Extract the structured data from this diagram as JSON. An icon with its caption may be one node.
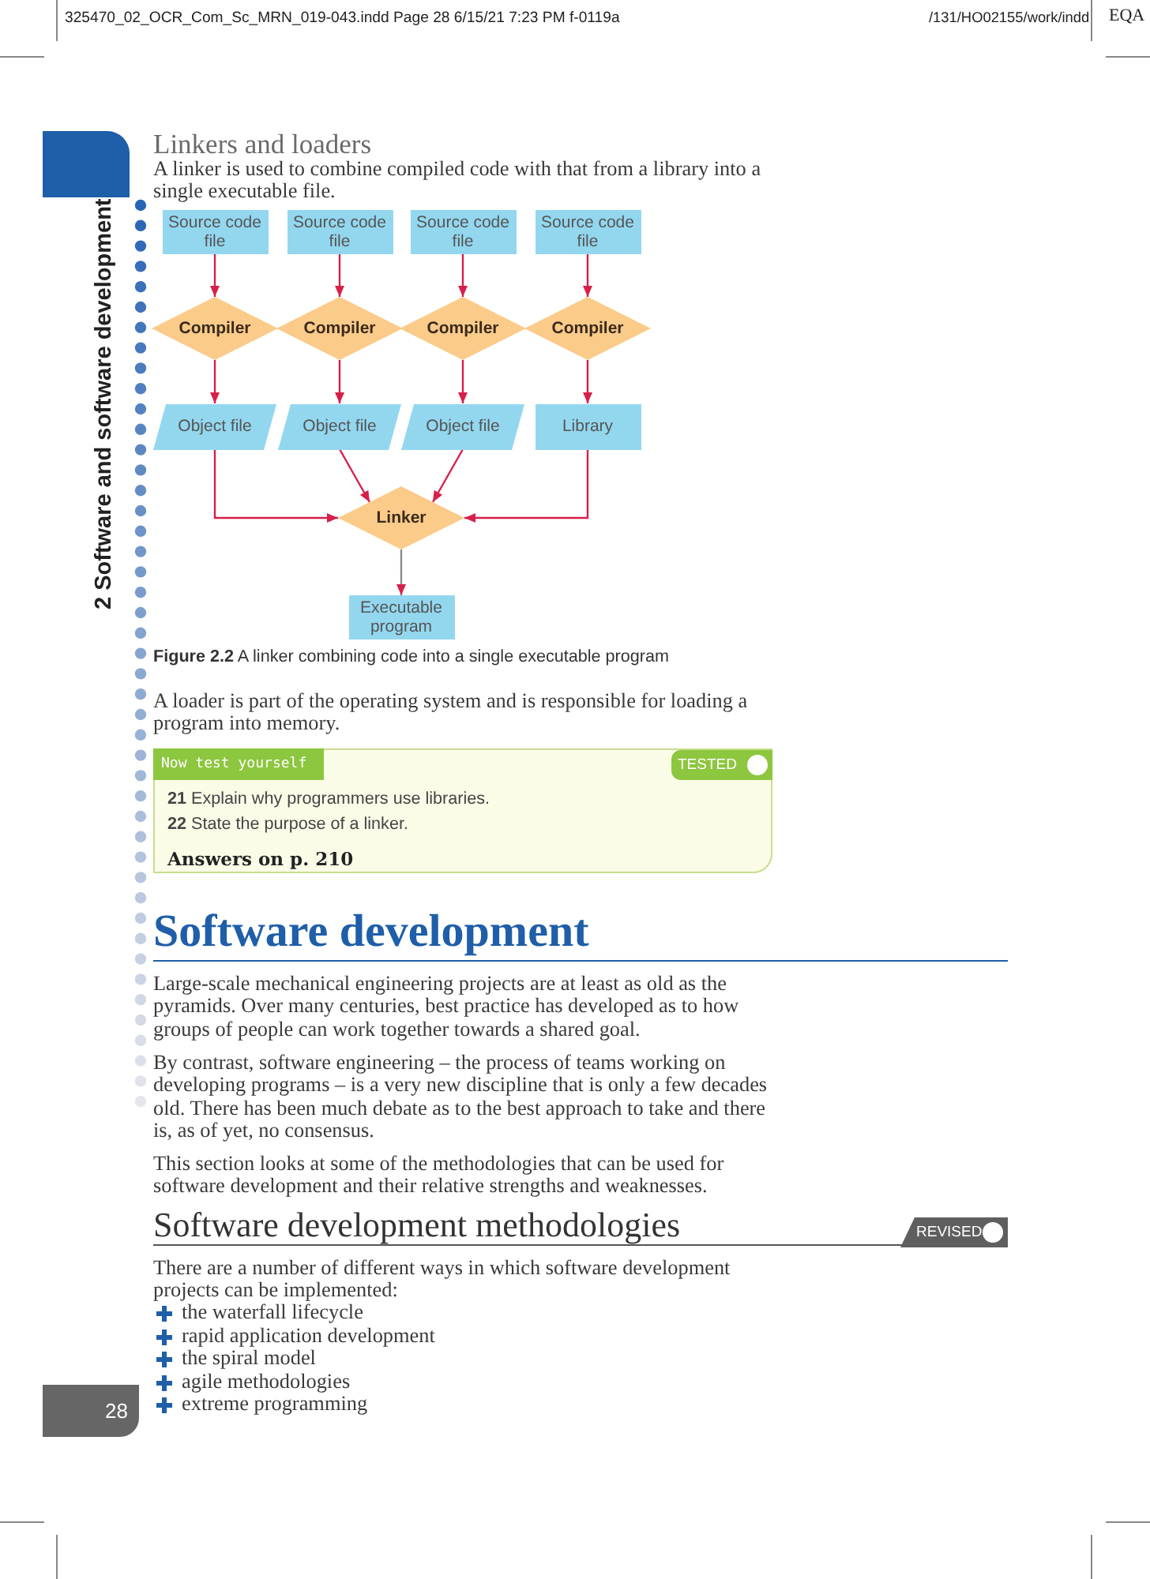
{
  "diagram": {
    "caption": "**Figure 2.2** A linker combining code into a single executable program",
    "nodes": [
      {
        "text": [
          "Source code file"
        ]
      },
      {
        "text": [
          "Source code file"
        ]
      },
      {
        "text": [
          "Source code file"
        ]
      },
      {
        "text": [
          "Source code file"
        ]
      },
      {
        "text": [
          "Compiler"
        ]
      },
      {
        "text": [
          "Compiler"
        ]
      },
      {
        "text": [
          "Compiler"
        ]
      },
      {
        "text": [
          "Compiler"
        ]
      },
      {
        "text": [
          "Object file"
        ]
      },
      {
        "text": [
          "Object file"
        ]
      },
      {
        "text": [
          "Object file"
        ]
      },
      {
        "text": [
          "Library"
        ]
      },
      {
        "text": [
          "Linker"
        ]
      },
      {
        "text": [
          "Executable program"
        ]
      }
    ],
    "edges": [
      {
        "from": 0,
        "to": 4,
        "arrow": "to"
      },
      {
        "from": 1,
        "to": 5,
        "arrow": "to"
      },
      {
        "from": 2,
        "to": 6,
        "arrow": "to"
      },
      {
        "from": 3,
        "to": 7,
        "arrow": "to"
      },
      {
        "from": 4,
        "to": 8,
        "arrow": "to"
      },
      {
        "from": 5,
        "to": 9,
        "arrow": "to"
      },
      {
        "from": 6,
        "to": 10,
        "arrow": "to"
      },
      {
        "from": 7,
        "to": 11,
        "arrow": "to"
      },
      {
        "from": 8,
        "to": 12,
        "arrow": "to"
      },
      {
        "from": 9,
        "to": 12,
        "arrow": "to"
      },
      {
        "from": 10,
        "to": 12,
        "arrow": "to"
      },
      {
        "from": 11,
        "to": 12,
        "arrow": "to"
      },
      {
        "from": 12,
        "to": 13,
        "arrow": "to",
        "color": "#8a8a8a"
      }
    ],
    "labels": [
      "325470_02_OCR_Com_Sc_MRN_019-043.indd Page 28 6/15/21 7:23 PM f-0119a",
      "/131/HO02155/work/indd",
      "EQA",
      "2 Software and software development",
      "Linkers and loaders",
      "A linker is used to combine compiled code with that from a library into a single executable file.",
      "A loader is part of the operating system and is responsible for loading a program into memory.",
      "Now test yourself",
      "TESTED",
      "**21** Explain why programmers use libraries.",
      "**22** State the purpose of a linker.",
      "Answers on p. 210",
      "Software development",
      "Large-scale mechanical engineering projects are at least as old as the pyramids. Over many centuries, best practice has developed as to how groups of people can work together towards a shared goal.",
      "By contrast, software engineering – the process of teams working on developing programs – is a very new discipline that is only a few decades old. There has been much debate as to the best approach to take and there is, as of yet, no consensus.",
      "This section looks at some of the methodologies that can be used for software development and their relative strengths and weaknesses.",
      "Software development methodologies",
      "REVISED",
      "There are a number of different ways in which software development projects can be implemented:",
      "the waterfall lifecycle",
      "rapid application development",
      "the spiral model",
      "agile methodologies",
      "28",
      "extreme programming"
    ]
  }
}
